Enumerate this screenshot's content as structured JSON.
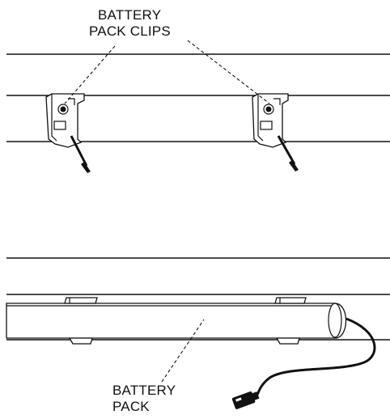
{
  "labels": {
    "clips_line1": "BATTERY",
    "clips_line2": "PACK CLIPS",
    "pack_line1": "BATTERY",
    "pack_line2": "PACK"
  },
  "parts": [
    "rail",
    "battery-pack-clip",
    "screw",
    "battery-pack",
    "cable",
    "connector"
  ],
  "colors": {
    "ink": "#111111",
    "background": "#ffffff"
  }
}
